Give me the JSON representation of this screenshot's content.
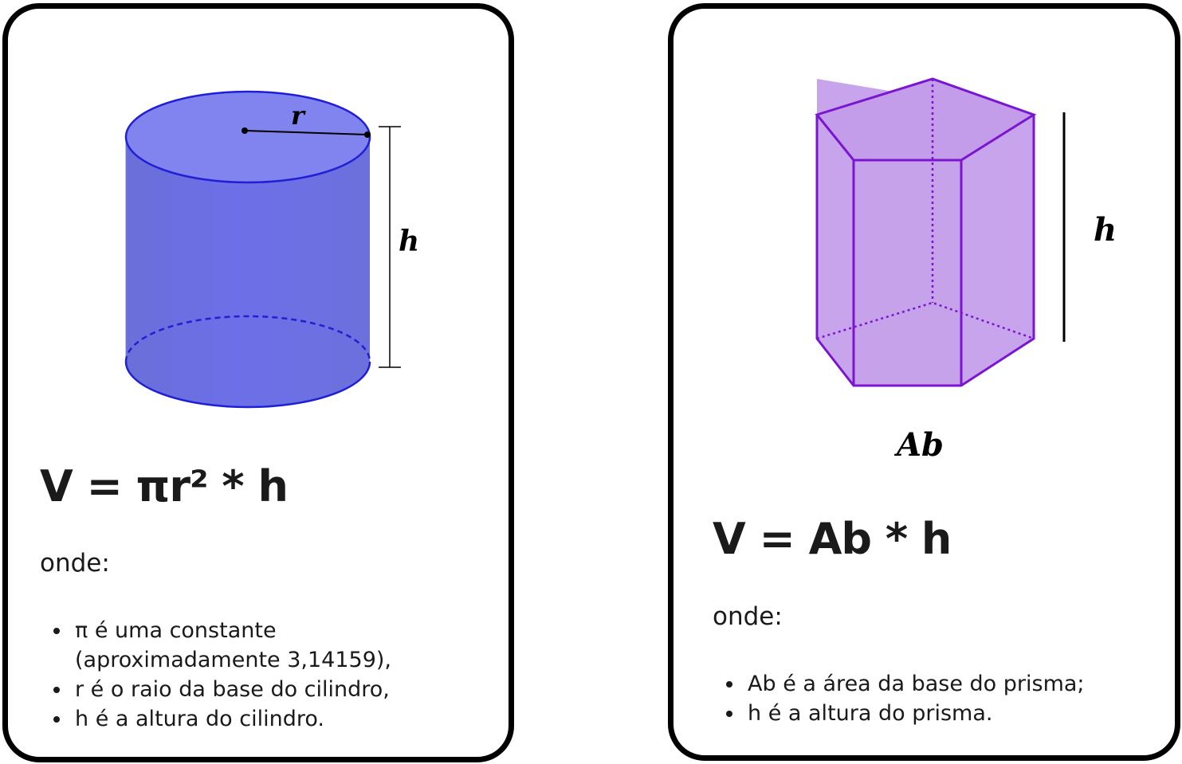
{
  "cylinder_card": {
    "label_r": "r",
    "label_h": "h",
    "formula": "V = πr² * h",
    "onde": "onde:",
    "items": [
      "π é uma constante (aproximadamente 3,14159),",
      "r é o raio da base do cilindro,",
      "h é a altura do cilindro."
    ],
    "colors": {
      "cylinder_fill": "#6b6ce6",
      "cylinder_edge": "#1f20d6"
    }
  },
  "prism_card": {
    "label_h": "h",
    "label_ab": "Ab",
    "formula": "V = Ab * h",
    "onde": "onde:",
    "items": [
      "Ab é a área da base do prisma;",
      "h é a altura do prisma."
    ],
    "colors": {
      "prism_fill": "#c8a4ec",
      "prism_edge": "#7b16d0"
    }
  }
}
